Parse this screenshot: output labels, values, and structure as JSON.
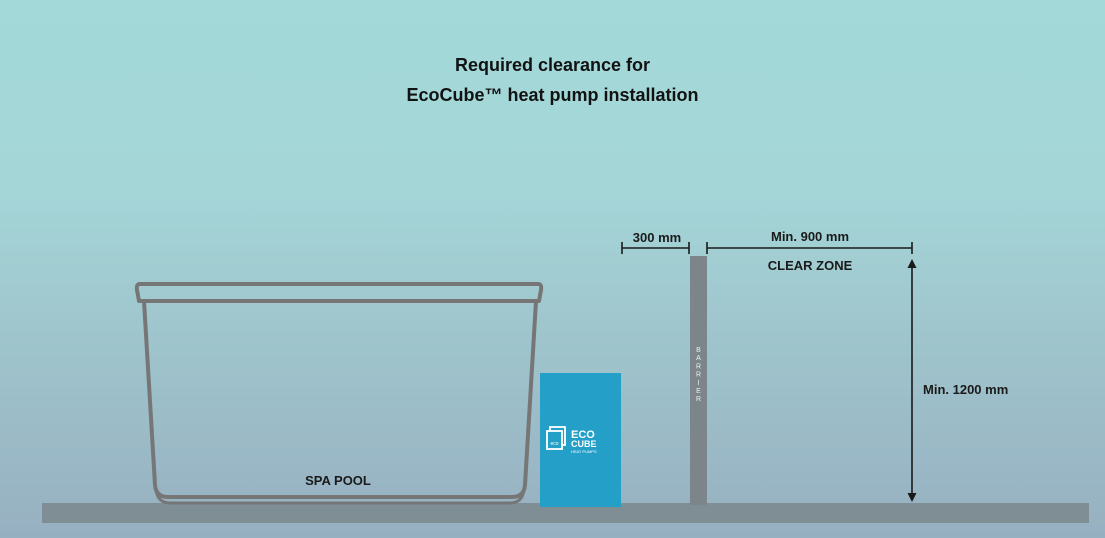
{
  "title": {
    "line1": "Required clearance for",
    "line2": "EcoCube™ heat pump installation"
  },
  "spa_label": "SPA POOL",
  "unit": {
    "logo_top": "ECO",
    "logo_bottom": "CUBE",
    "logo_sub": "HEAT PUMPS",
    "logo_mark": "eco",
    "color": "#24a0c8"
  },
  "barrier_label": "BARRIER",
  "dimensions": {
    "side_gap": "300 mm",
    "front_clearance": "Min. 900 mm",
    "clear_zone": "CLEAR ZONE",
    "height": "Min. 1200 mm"
  },
  "colors": {
    "ground": "#7f8d94",
    "outline": "#767676",
    "barrier": "#7c8589",
    "dimension_line": "#1a1a1a"
  }
}
